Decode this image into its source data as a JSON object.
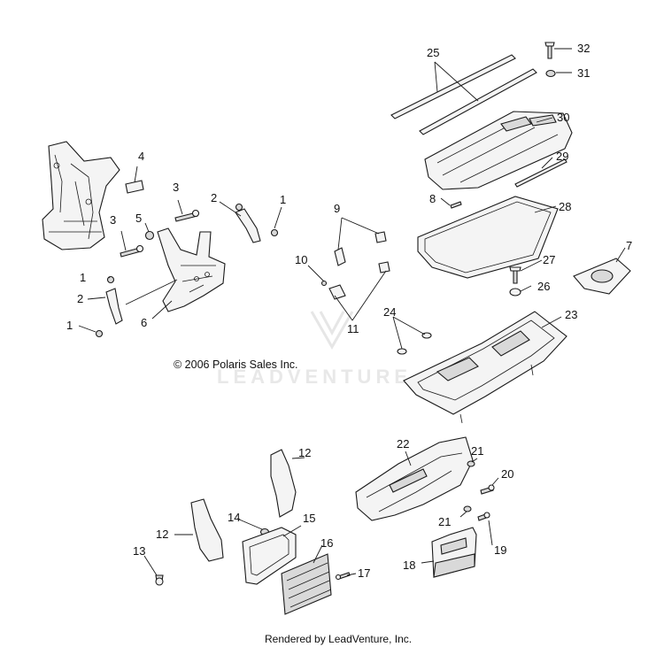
{
  "copyright": "© 2006 Polaris Sales Inc.",
  "footer": "Rendered by LeadVenture, Inc.",
  "watermark": "LEADVENTURE",
  "callouts": {
    "c1a": "1",
    "c1b": "1",
    "c1c": "1",
    "c2a": "2",
    "c2b": "2",
    "c3a": "3",
    "c3b": "3",
    "c4": "4",
    "c5": "5",
    "c6": "6",
    "c7": "7",
    "c8": "8",
    "c9": "9",
    "c10": "10",
    "c11": "11",
    "c12a": "12",
    "c12b": "12",
    "c13": "13",
    "c14": "14",
    "c15": "15",
    "c16": "16",
    "c17": "17",
    "c18": "18",
    "c19": "19",
    "c20": "20",
    "c21a": "21",
    "c21b": "21",
    "c22": "22",
    "c23": "23",
    "c24": "24",
    "c25": "25",
    "c26": "26",
    "c27": "27",
    "c28": "28",
    "c29": "29",
    "c30": "30",
    "c31": "31",
    "c32": "32"
  }
}
